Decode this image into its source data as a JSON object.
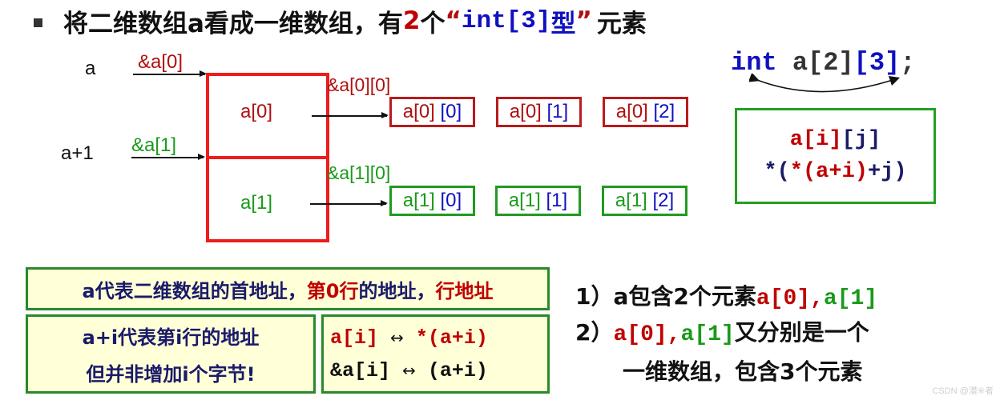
{
  "title": {
    "part1": "将二维数组a看成一维数组，有",
    "count": "2",
    "part2": "个",
    "open_quote": "“",
    "type_code": "int[3]",
    "type_suffix": "型",
    "close_quote": "”",
    "part3": "元素"
  },
  "diagram": {
    "pointer_a": "a",
    "pointer_a1": "a+1",
    "addr_a0": "&a[0]",
    "addr_a1": "&a[1]",
    "row0_label": "a[0]",
    "row1_label": "a[1]",
    "addr_a00": "&a[0][0]",
    "addr_a10": "&a[1][0]",
    "row0_cells": [
      {
        "prefix": "a[0]",
        "index": "[0]"
      },
      {
        "prefix": "a[0]",
        "index": "[1]"
      },
      {
        "prefix": "a[0]",
        "index": "[2]"
      }
    ],
    "row1_cells": [
      {
        "prefix": "a[1]",
        "index": "[0]"
      },
      {
        "prefix": "a[1]",
        "index": "[1]"
      },
      {
        "prefix": "a[1]",
        "index": "[2]"
      }
    ]
  },
  "declaration": {
    "type": "int",
    "name": "a[2]",
    "dim2": "[3]",
    "semicolon": ";"
  },
  "formula_box": {
    "line1_a": "a[i]",
    "line1_b": "[j]",
    "line2_star": "*(",
    "line2_inner": "*(a+i)",
    "line2_tail": "+j)"
  },
  "box1": {
    "part1": "a代表二维数组的首地址，",
    "part2": "第0行",
    "part3": "的地址，",
    "part4": "行地址"
  },
  "box2": {
    "line1": "a+i代表第i行的地址",
    "line2": "但并非增加i个字节!"
  },
  "box3": {
    "line1_left": "a[i]",
    "line1_arrow": "↔",
    "line1_right": "*(a+i)",
    "line2_left": "&a[i]",
    "line2_arrow": "↔",
    "line2_right": "(a+i)"
  },
  "notes": {
    "n1_prefix": "1）a包含2个元素",
    "n1_a0": "a[0]",
    "n1_comma": ",",
    "n1_a1": "a[1]",
    "n2_prefix": "2）",
    "n2_a0": "a[0]",
    "n2_comma": ",",
    "n2_a1": "a[1]",
    "n2_suffix": "又分别是一个",
    "n3": "一维数组，包含3个元素"
  },
  "watermark": "CSDN @潜※者",
  "colors": {
    "red": "#c00000",
    "green": "#1a9a1a",
    "blue": "#1010c0",
    "box_border_red": "#ee1c1c",
    "box_fill_yellow": "#ffffd8",
    "box_border_green": "#2a8a2a"
  }
}
